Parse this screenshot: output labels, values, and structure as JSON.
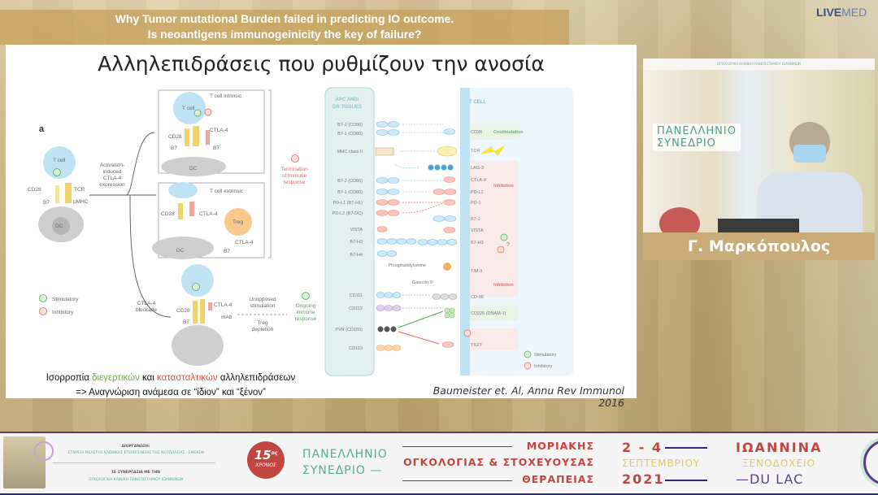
{
  "header": {
    "title_line1": "Why Tumor mutational Burden failed in predicting IO outcome.",
    "title_line2": "Is neoantigens immunogeinicity the key of failure?",
    "brand_live": "LIVE",
    "brand_med": "MED"
  },
  "slide": {
    "title": "Αλληλεπιδράσεις που ρυθμίζουν την ανοσία",
    "caption_line1": {
      "a": "Ισορροπία ",
      "b": "διεγερτικών",
      "c": " και ",
      "d": "κατασταλτικών",
      "e": " αλληλεπιδράσεων"
    },
    "caption_line2": "=> Αναγνώριση ανάμεσα σε “ίδιον” και “ξένον”",
    "citation": "Baumeister et. Al, Annu Rev Immunol 2016"
  },
  "left_diagram": {
    "panel_label": "a",
    "t_cell": "T cell",
    "cd28": "CD28",
    "tcr": "TCR",
    "b7": "B7",
    "pmhc": "pMHC",
    "dc": "DC",
    "activation": [
      "Activation-",
      "induced",
      "CTLA-4",
      "expression"
    ],
    "intrinsic": "T cell intrinsic",
    "extrinsic": "T cell extrinsic",
    "ctla4": "CTLA-4",
    "treg": "Treg",
    "termination": [
      "Termination",
      "of immune",
      "response"
    ],
    "blockade": [
      "CTLA-4",
      "blockade"
    ],
    "mab": "mAb",
    "unopposed": [
      "Unopposed",
      "stimulation"
    ],
    "treg_depletion": [
      "Treg",
      "depletion"
    ],
    "ongoing": [
      "Ongoing",
      "immune",
      "response"
    ],
    "legend_stimulatory": "Stimulatory",
    "legend_inhibitory": "Inhibitory",
    "colors": {
      "stimulatory": "#5aa55a",
      "inhibitory": "#e06a60",
      "tcell": "#bfe3f5",
      "dc": "#cfcfcf"
    }
  },
  "right_diagram": {
    "apc_header": [
      "APC AND/",
      "OR TISSUES"
    ],
    "tcell_header": "T CELL",
    "apc_ligands": [
      "B7-2 (CD86)",
      "B7-1 (CD80)",
      "MHC class II",
      "B7-2 (CD86)",
      "B7-1 (CD80)",
      "PD-L1 (B7-H1)",
      "PD-L2 (B7-DC)",
      "VISTA",
      "B7-H3",
      "B7-H4",
      "CD111",
      "CD112",
      "PVR (CD155)",
      "CD113"
    ],
    "phosphatidylserine": "Phosphatidylserine",
    "galectin9": "Galectin-9",
    "tcell_receptors": [
      "CD28",
      "TCR",
      "LAG-3",
      "CTLA-4",
      "PD-L1",
      "PD-1",
      "B7-1",
      "VISTA",
      "B7-H3",
      "TIM-3",
      "CD-96",
      "CD226 (DNAM-1)",
      "TIGIT"
    ],
    "costimulation": "Costimulation",
    "inhibition": "Inhibition",
    "question": "?",
    "legend_stimulatory": "Stimulatory",
    "legend_inhibitory": "Inhibitory"
  },
  "speaker": {
    "name": "Γ. Μαρκόπουλος",
    "backdrop_header": "ΟΓΚΟΛΟΓΙΚΗ ΚΛΙΝΙΚΗ ΠΑΝΕΠΙΣΤΗΜΙΟΥ ΙΩΑΝΝΙΝΩΝ",
    "backdrop_line1": "ΠΑΝΕΛΛΗΝΙΟ",
    "backdrop_line2": "ΣΥΝΕΔΡΙΟ"
  },
  "footer": {
    "organizer_label": "ΔΙΟΡΓΑΝΩΣΗ:",
    "organizer": "ΕΤΑΙΡΕΙΑ ΜΕΛΕΤΗΣ ΚΛΩΝΙΚΗΣ ΕΤΕΡΟΓΕΝΕΙΑΣ ΤΗΣ ΝΕΟΠΛΑΣΙΑΣ - ΕΜΕΚΕΝ",
    "partner_label": "ΣΕ ΣΥΝΕΡΓΑΣΙΑ ΜΕ ΤΗΝ",
    "partner": "ΟΓΚΟΛΟΓΙΚΗ ΚΛΙΝΙΚΗ ΠΑΝΕΠΙΣΤΗΜΙΟΥ ΙΩΑΝΝΙΝΩΝ",
    "badge_num": "15",
    "badge_sup": "ος",
    "badge_word": "ΧΡΟΝΟΣ",
    "congress1": "ΠΑΝΕΛΛΗΝΙΟ",
    "congress2": "ΣΥΝΕΔΡΙΟ",
    "topic1": "ΜΟΡΙΑΚΗΣ",
    "topic2": "ΟΓΚΟΛΟΓΙΑΣ & ΣΤΟΧΕΥΟΥΣΑΣ",
    "topic3": "ΘΕΡΑΠΕΙΑΣ",
    "date1": "2 - 4",
    "date2": "ΣΕΠΤΕΜΒΡΙΟΥ",
    "date3": "2021",
    "city": "ΙΩΑΝΝΙΝΑ",
    "venue1": "ΞΕΝΟΔΟΧΕΙΟ",
    "venue2": "DU LAC",
    "colors": {
      "red": "#c0463f",
      "green": "#4fb08a",
      "yellow": "#e3c65a",
      "purple": "#5b3d85"
    }
  }
}
